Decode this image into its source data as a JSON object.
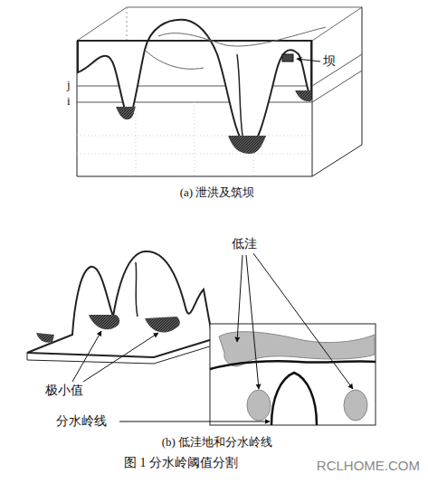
{
  "diagram": {
    "caption": "图 1 分水岭阈值分割",
    "labels": [
      "j",
      "i",
      "坝",
      "(a) 泄洪及筑坝",
      "低洼",
      "极小值",
      "分水岭线",
      "(b) 低洼地和分水岭线",
      "RCLHOME.COM"
    ]
  }
}
